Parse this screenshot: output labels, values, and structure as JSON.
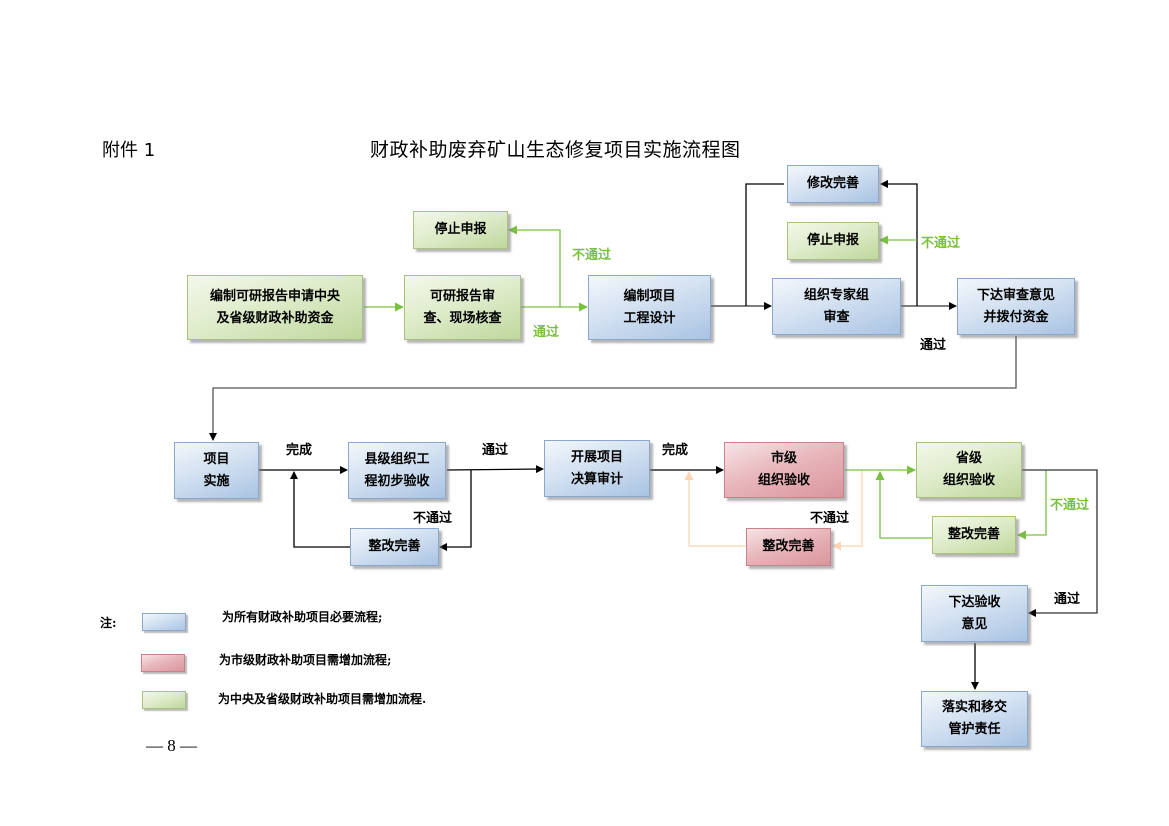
{
  "header": {
    "attachment": "附件 1",
    "title": "财政补助废弃矿山生态修复项目实施流程图"
  },
  "nodes": {
    "prepare_report": [
      "编制可研报告申请中央",
      "及省级财政补助资金"
    ],
    "review_report": [
      "可研报告审",
      "查、现场核查"
    ],
    "stop_top_left": [
      "停止申报"
    ],
    "design": [
      "编制项目",
      "工程设计"
    ],
    "revise_top": [
      "修改完善"
    ],
    "stop_top_right": [
      "停止申报"
    ],
    "expert_review": [
      "组织专家组",
      "审查"
    ],
    "issue_funding": [
      "下达审查意见",
      "并拨付资金"
    ],
    "implement": [
      "项目",
      "实施"
    ],
    "county_accept": [
      "县级组织工",
      "程初步验收"
    ],
    "rectify_county": [
      "整改完善"
    ],
    "audit": [
      "开展项目",
      "决算审计"
    ],
    "city_accept": [
      "市级",
      "组织验收"
    ],
    "rectify_city": [
      "整改完善"
    ],
    "province_accept": [
      "省级",
      "组织验收"
    ],
    "rectify_province": [
      "整改完善"
    ],
    "issue_opinion": [
      "下达验收",
      "意见"
    ],
    "handover": [
      "落实和移交",
      "管护责任"
    ]
  },
  "edge_labels": {
    "pass_1": "通过",
    "fail_1": "不通过",
    "fail_2": "不通过",
    "pass_2": "通过",
    "done_1": "完成",
    "pass_3": "通过",
    "fail_3": "不通过",
    "done_2": "完成",
    "fail_4": "不通过",
    "fail_5": "不通过",
    "pass_4": "通过"
  },
  "legend": {
    "note_label": "注:",
    "items": [
      {
        "color": "blue",
        "text": "为所有财政补助项目必要流程;"
      },
      {
        "color": "red",
        "text": "为市级财政补助项目需增加流程;"
      },
      {
        "color": "green",
        "text": "为中央及省级财政补助项目需增加流程."
      }
    ]
  },
  "footer": {
    "page_number": "— 8 —"
  },
  "colors": {
    "blue": "#a9c3e3",
    "red": "#d9959c",
    "green": "#bfd79c",
    "green_line": "#7ac142",
    "peach_line": "#fbd5b5",
    "black_line": "#000000"
  }
}
